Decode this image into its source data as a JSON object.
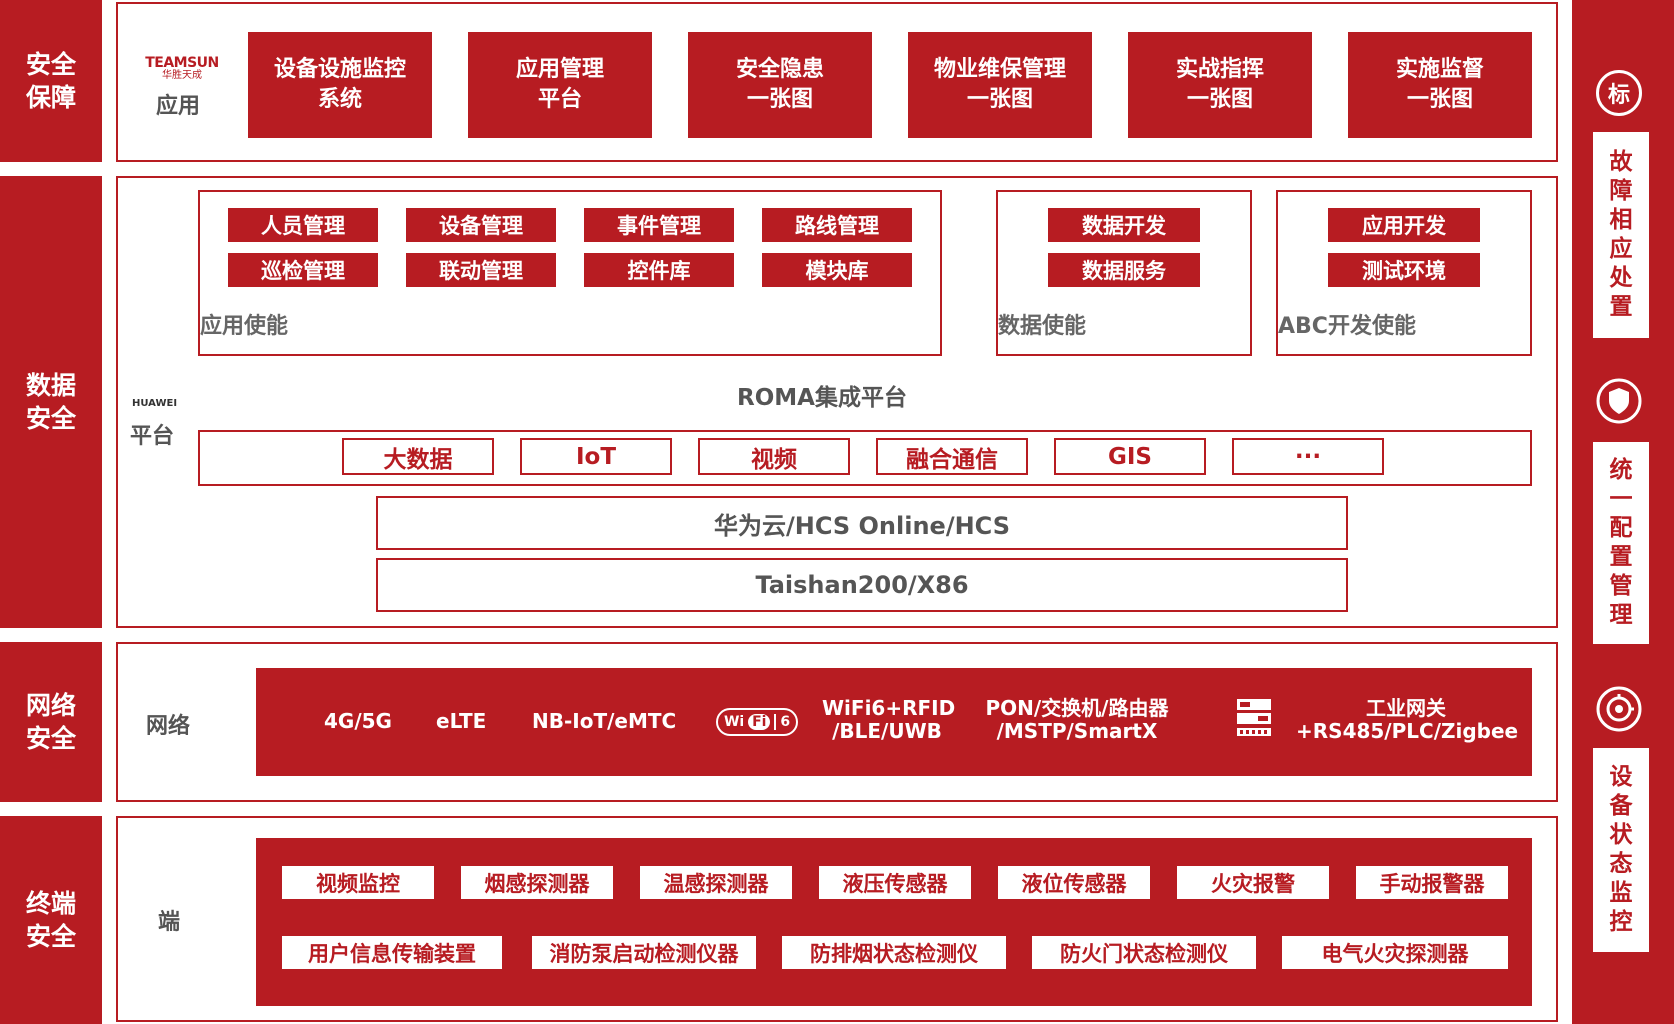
{
  "security": {
    "app": [
      "安全",
      "保障"
    ],
    "data": [
      "数据",
      "安全"
    ],
    "network": [
      "网络",
      "安全"
    ],
    "terminal": [
      "终端",
      "安全"
    ]
  },
  "app_layer": {
    "logo_text": "TEAMSUN",
    "logo_sub": "华胜天成",
    "label": "应用",
    "tiles": [
      {
        "line1": "设备设施监控",
        "line2": "系统"
      },
      {
        "line1": "应用管理",
        "line2": "平台"
      },
      {
        "line1": "安全隐患",
        "line2": "一张图"
      },
      {
        "line1": "物业维保管理",
        "line2": "一张图"
      },
      {
        "line1": "实战指挥",
        "line2": "一张图"
      },
      {
        "line1": "实施监督",
        "line2": "一张图"
      }
    ]
  },
  "platform_layer": {
    "logo_text": "HUAWEI",
    "label": "平台",
    "app_enable": {
      "items": [
        "人员管理",
        "设备管理",
        "事件管理",
        "路线管理",
        "巡检管理",
        "联动管理",
        "控件库",
        "模块库"
      ],
      "caption": "应用使能"
    },
    "data_enable": {
      "items": [
        "数据开发",
        "数据服务"
      ],
      "caption": "数据使能"
    },
    "abc_enable": {
      "items": [
        "应用开发",
        "测试环境"
      ],
      "caption": "ABC开发使能"
    },
    "roma": "ROMA集成平台",
    "roma_items": [
      "大数据",
      "IoT",
      "视频",
      "融合通信",
      "GIS",
      "···"
    ],
    "cloud": "华为云/HCS Online/HCS",
    "hardware": "Taishan200/X86"
  },
  "network_layer": {
    "label": "网络",
    "items": {
      "a": "4G/5G",
      "b": "eLTE",
      "c": "NB-IoT/eMTC",
      "wifi_badge": [
        "Wi",
        "Fi",
        "6"
      ],
      "d1": "WiFi6+RFID",
      "d2": "/BLE/UWB",
      "e1": "PON/交换机/路由器",
      "e2": "/MSTP/SmartX",
      "f1": "工业网关",
      "f2": "+RS485/PLC/Zigbee"
    }
  },
  "terminal_layer": {
    "label": "端",
    "row1": [
      "视频监控",
      "烟感探测器",
      "温感探测器",
      "液压传感器",
      "液位传感器",
      "火灾报警",
      "手动报警器"
    ],
    "row2": [
      "用户信息传输装置",
      "消防泵启动检测仪器",
      "防排烟状态检测仪",
      "防火门状态检测仪",
      "电气火灾探测器"
    ]
  },
  "right_column": {
    "icon1_text": "标",
    "box1": [
      "故",
      "障",
      "相",
      "应",
      "处",
      "置"
    ],
    "box2": [
      "统",
      "一",
      "配",
      "置",
      "管",
      "理"
    ],
    "box3": [
      "设",
      "备",
      "状",
      "态",
      "监",
      "控"
    ]
  },
  "colors": {
    "brand_red": "#b71c22",
    "label_gray": "#555555"
  }
}
